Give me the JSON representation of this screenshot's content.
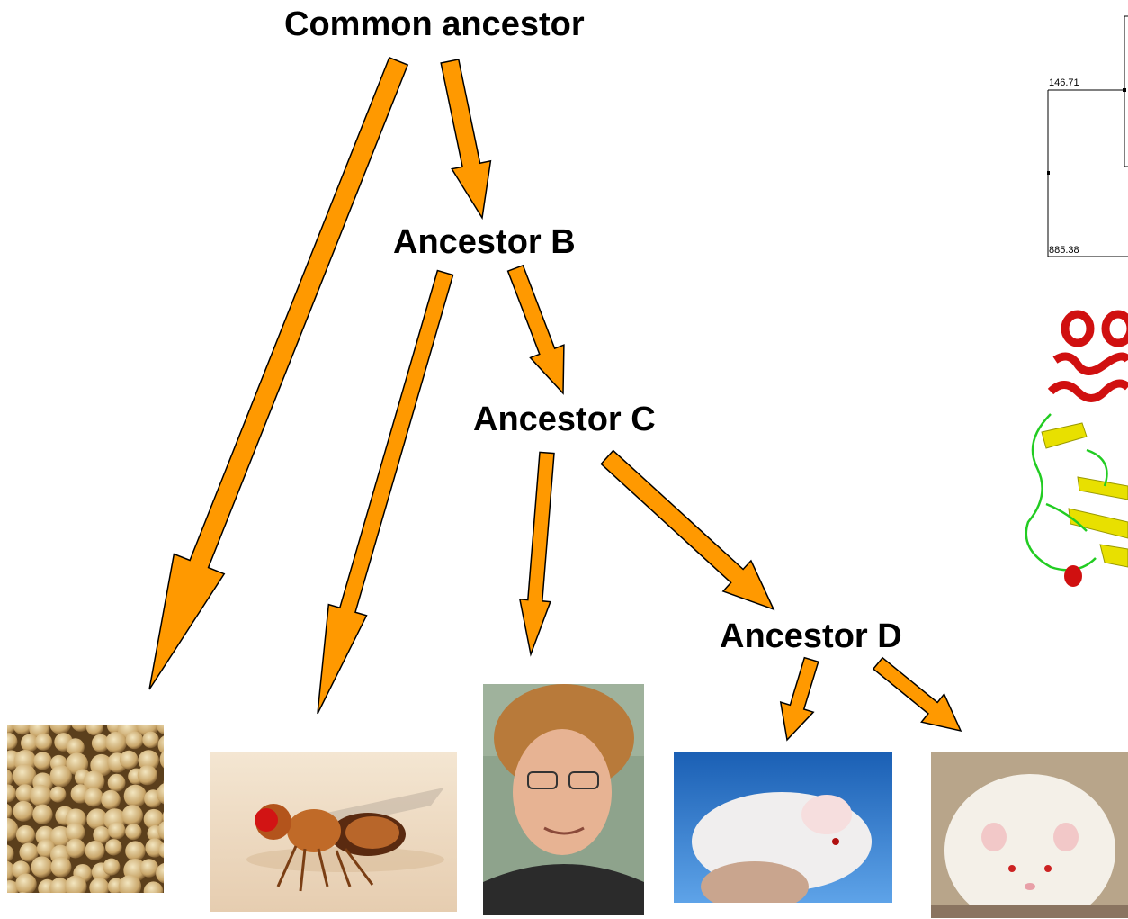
{
  "labels": {
    "common": "Common ancestor",
    "b": "Ancestor B",
    "c": "Ancestor C",
    "d": "Ancestor D"
  },
  "colors": {
    "arrow": "#FF9900",
    "arrow_outline": "#000000"
  },
  "plot_fragment": {
    "top_value": "146.71",
    "bottom_value": "885.38"
  },
  "images": {
    "yeast": "yeast-cells-photo",
    "fly": "fruit-fly-photo",
    "human": "human-face-photo",
    "mouse": "white-mouse-photo",
    "rat": "white-rat-photo",
    "protein": "protein-ribbon-structure"
  }
}
